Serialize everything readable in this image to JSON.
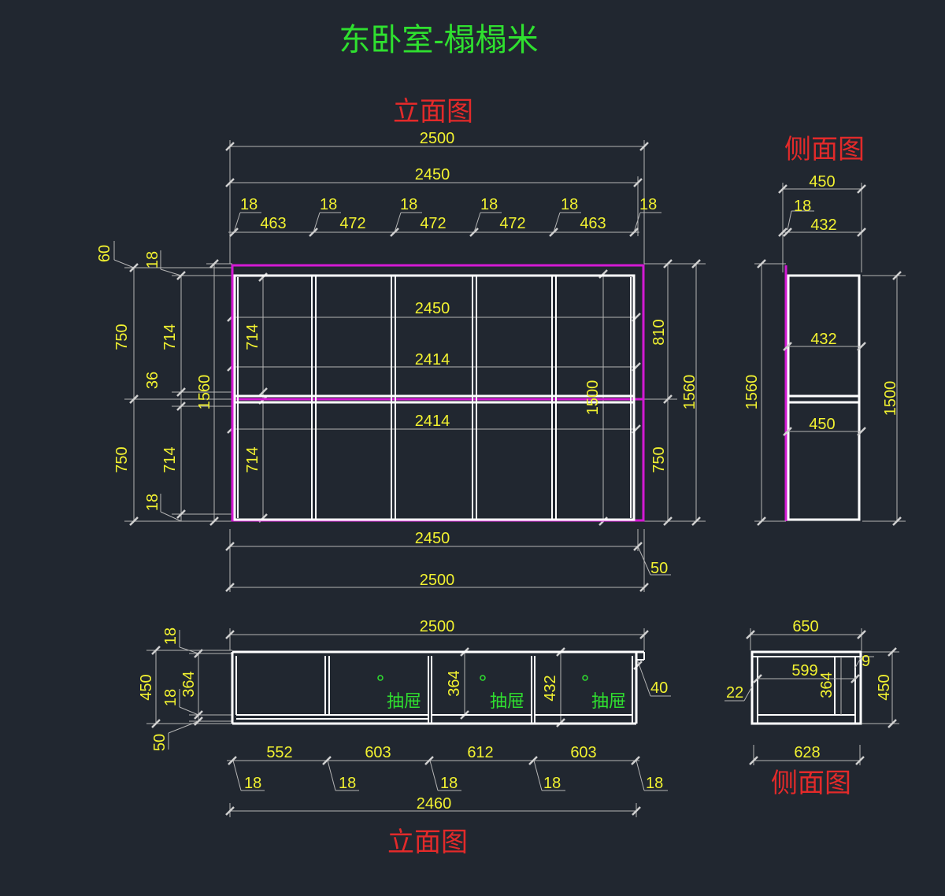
{
  "title": "东卧室-榻榻米",
  "view_labels": {
    "elevation_top": "立面图",
    "side_top": "侧面图",
    "elevation_bottom": "立面图",
    "side_bottom": "侧面图"
  },
  "drawer_label": "抽屉",
  "top_elevation": {
    "overall_width": "2500",
    "inner_width": "2450",
    "board": "18",
    "bay_widths": [
      "463",
      "472",
      "472",
      "472",
      "463"
    ],
    "left_dims": [
      "60",
      "18",
      "750",
      "714",
      "36",
      "750",
      "714",
      "18",
      "1560"
    ],
    "inner_dims": [
      "714",
      "714"
    ],
    "center_dims": [
      "2450",
      "2414",
      "2414"
    ],
    "right_dims": [
      "1500",
      "810",
      "750",
      "1560"
    ],
    "bottom_dims": [
      "2450",
      "2500",
      "50"
    ]
  },
  "top_side": {
    "depth": "450",
    "board": "18",
    "inner_depth": "432",
    "shelf_depth": "432",
    "bottom_depth": "450",
    "height_left": "1560",
    "height_right": "1500"
  },
  "bottom_elevation": {
    "overall_width": "2500",
    "left_dims": [
      "18",
      "450",
      "18",
      "364",
      "50"
    ],
    "inner_heights": [
      "364",
      "432"
    ],
    "right_dim": "40",
    "bay_widths": [
      "552",
      "603",
      "612",
      "603"
    ],
    "board": "18",
    "total": "2460"
  },
  "bottom_side": {
    "depth": "650",
    "inner_depth": "599",
    "inner_height": "364",
    "top_offset": "9",
    "left_offset": "22",
    "height": "450",
    "bottom_depth": "628"
  }
}
